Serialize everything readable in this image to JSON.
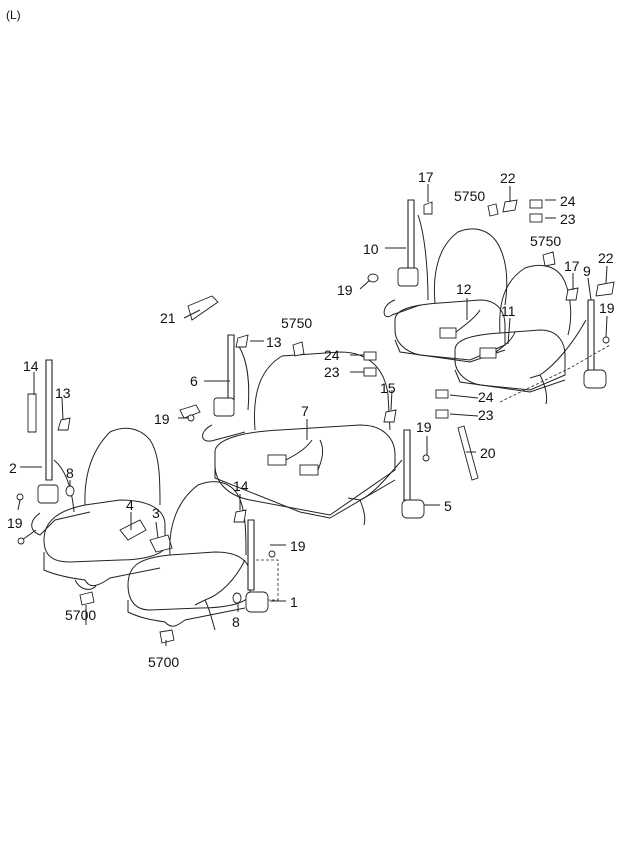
{
  "corner_label": "(L)",
  "callouts": [
    {
      "id": "c1",
      "text": "1"
    },
    {
      "id": "c2",
      "text": "2"
    },
    {
      "id": "c3",
      "text": "3"
    },
    {
      "id": "c4",
      "text": "4"
    },
    {
      "id": "c5",
      "text": "5"
    },
    {
      "id": "c6",
      "text": "6"
    },
    {
      "id": "c7",
      "text": "7"
    },
    {
      "id": "c8a",
      "text": "8"
    },
    {
      "id": "c8b",
      "text": "8"
    },
    {
      "id": "c9",
      "text": "9"
    },
    {
      "id": "c10",
      "text": "10"
    },
    {
      "id": "c11",
      "text": "11"
    },
    {
      "id": "c12",
      "text": "12"
    },
    {
      "id": "c13a",
      "text": "13"
    },
    {
      "id": "c13b",
      "text": "13"
    },
    {
      "id": "c14a",
      "text": "14"
    },
    {
      "id": "c14b",
      "text": "14"
    },
    {
      "id": "c15",
      "text": "15"
    },
    {
      "id": "c17a",
      "text": "17"
    },
    {
      "id": "c17b",
      "text": "17"
    },
    {
      "id": "c19a",
      "text": "19"
    },
    {
      "id": "c19b",
      "text": "19"
    },
    {
      "id": "c19c",
      "text": "19"
    },
    {
      "id": "c19d",
      "text": "19"
    },
    {
      "id": "c19e",
      "text": "19"
    },
    {
      "id": "c19f",
      "text": "19"
    },
    {
      "id": "c20",
      "text": "20"
    },
    {
      "id": "c21",
      "text": "21"
    },
    {
      "id": "c22a",
      "text": "22"
    },
    {
      "id": "c22b",
      "text": "22"
    },
    {
      "id": "c23a",
      "text": "23"
    },
    {
      "id": "c23b",
      "text": "23"
    },
    {
      "id": "c23c",
      "text": "23"
    },
    {
      "id": "c24a",
      "text": "24"
    },
    {
      "id": "c24b",
      "text": "24"
    },
    {
      "id": "c24c",
      "text": "24"
    },
    {
      "id": "c5700a",
      "text": "5700"
    },
    {
      "id": "c5700b",
      "text": "5700"
    },
    {
      "id": "c5750a",
      "text": "5750"
    },
    {
      "id": "c5750b",
      "text": "5750"
    },
    {
      "id": "c5750c",
      "text": "5750"
    }
  ]
}
